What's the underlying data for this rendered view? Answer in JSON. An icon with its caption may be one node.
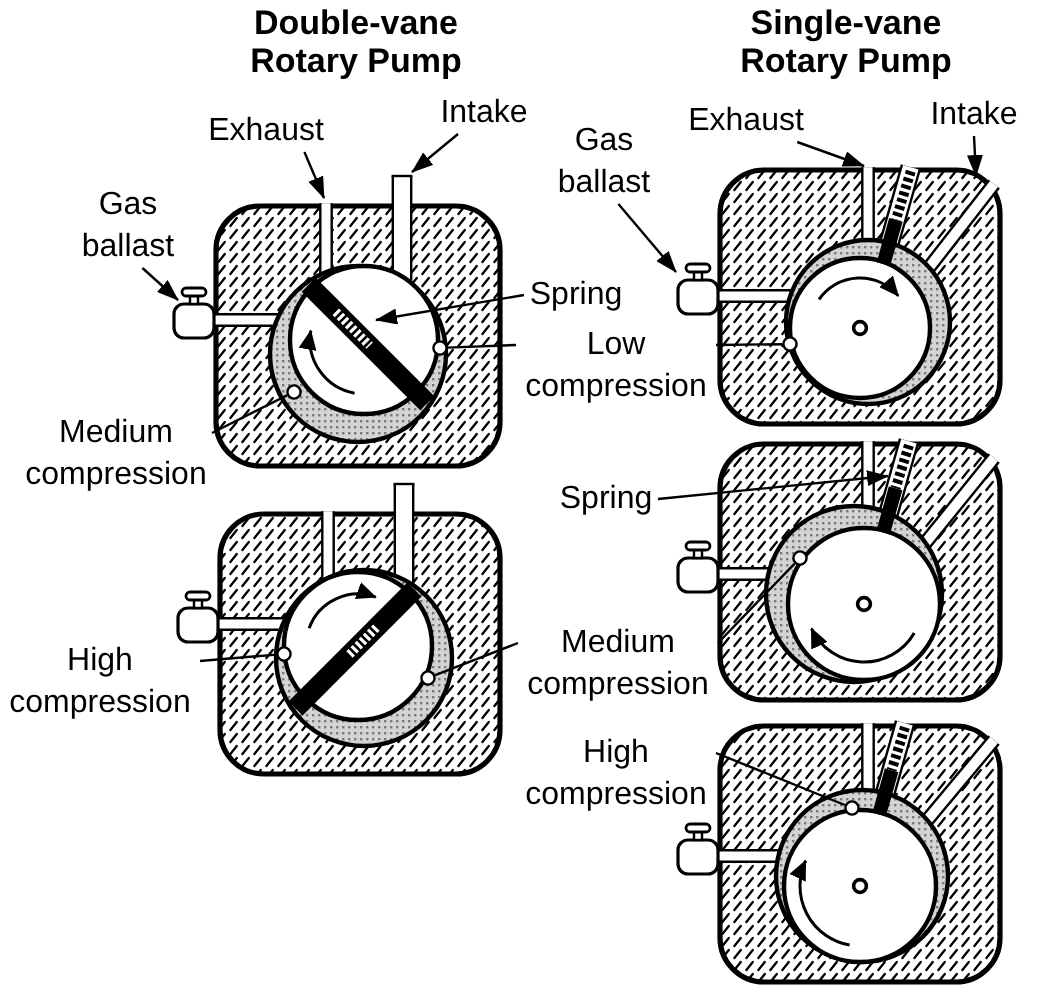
{
  "diagram": {
    "nodes": [
      {
        "text": [
          "Exhaust"
        ]
      },
      {
        "text": [
          "Intake"
        ]
      },
      {
        "text": [
          "Gas ballast"
        ]
      },
      {
        "text": [
          "Gas ballast"
        ]
      },
      {
        "text": [
          "Exhaust"
        ]
      },
      {
        "text": [
          "Intake"
        ]
      },
      {
        "text": [
          "Spring"
        ]
      },
      {
        "text": [
          "Low compression"
        ]
      },
      {
        "text": [
          "Medium compression"
        ]
      },
      {
        "text": [
          "Spring"
        ]
      },
      {
        "text": [
          "Medium compression"
        ]
      },
      {
        "text": [
          "High compression"
        ]
      },
      {
        "text": [
          "High compression"
        ]
      },
      {
        "text": [],
        "shape": "picture"
      },
      {
        "text": [],
        "shape": "circle",
        "in": 13
      },
      {
        "text": [],
        "shape": "circle",
        "in": 13
      },
      {
        "text": [],
        "shape": "picture"
      },
      {
        "text": [],
        "shape": "circle",
        "in": 16
      },
      {
        "text": [],
        "shape": "circle",
        "in": 16
      },
      {
        "text": [],
        "shape": "picture"
      },
      {
        "text": [],
        "shape": "circle",
        "in": 19
      },
      {
        "text": [],
        "shape": "picture"
      },
      {
        "text": [],
        "shape": "circle",
        "in": 21
      },
      {
        "text": [],
        "shape": "picture"
      },
      {
        "text": [],
        "shape": "circle",
        "in": 23
      }
    ],
    "edges": [
      {
        "from": 0,
        "to": 13,
        "arrow": "to"
      },
      {
        "from": 1,
        "to": 13,
        "arrow": "to"
      },
      {
        "from": 2,
        "to": 13,
        "arrow": "to"
      },
      {
        "from": 3,
        "to": 19,
        "arrow": "to"
      },
      {
        "from": 4,
        "to": 19,
        "arrow": "to"
      },
      {
        "from": 5,
        "to": 19,
        "arrow": "to"
      },
      {
        "from": 6,
        "to": 13,
        "arrow": "to"
      },
      {
        "from": 7,
        "to": 14,
        "arrow": "none"
      },
      {
        "from": 7,
        "to": 20,
        "arrow": "none"
      },
      {
        "from": 8,
        "to": 15,
        "arrow": "none"
      },
      {
        "from": 9,
        "to": 21,
        "arrow": "to"
      },
      {
        "from": 10,
        "to": 18,
        "arrow": "none"
      },
      {
        "from": 10,
        "to": 22,
        "arrow": "none"
      },
      {
        "from": 11,
        "to": 17,
        "arrow": "none"
      },
      {
        "from": 12,
        "to": 24,
        "arrow": "none"
      }
    ],
    "labels": [
      "Double-vane Rotary Pump",
      "Single-vane Rotary Pump"
    ]
  }
}
